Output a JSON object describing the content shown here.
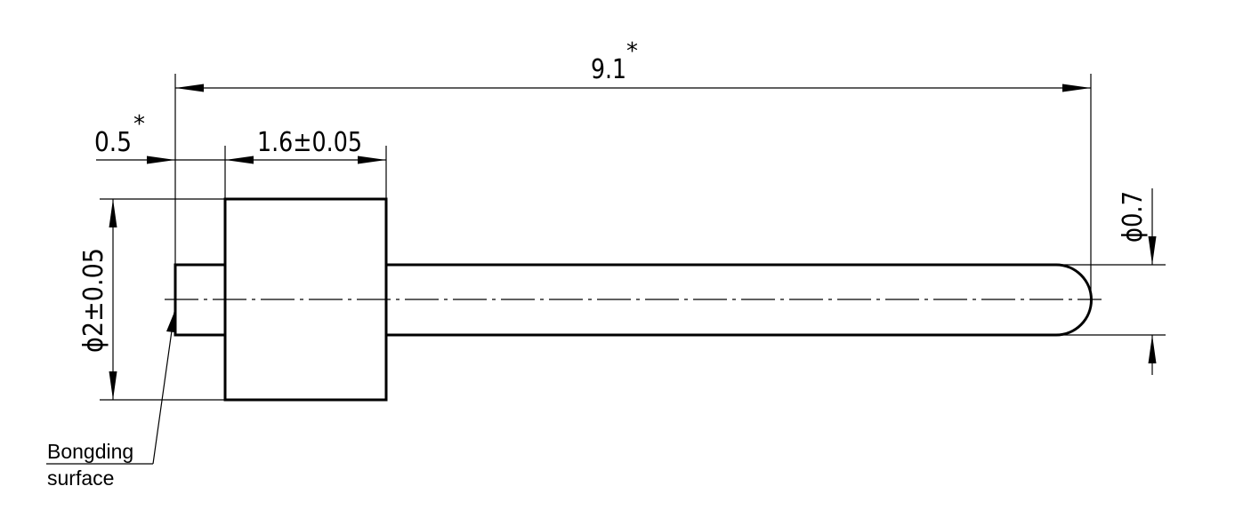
{
  "drawing": {
    "dim_overall_length": "9.1",
    "dim_overall_length_mark": "*",
    "dim_tip_length": "0.5",
    "dim_tip_length_mark": "*",
    "dim_collar_length": "1.6±0.05",
    "dim_collar_diameter": "ϕ2±0.05",
    "dim_pin_diameter": "ϕ0.7",
    "note_line1": "Bongding",
    "note_line2": "surface"
  }
}
